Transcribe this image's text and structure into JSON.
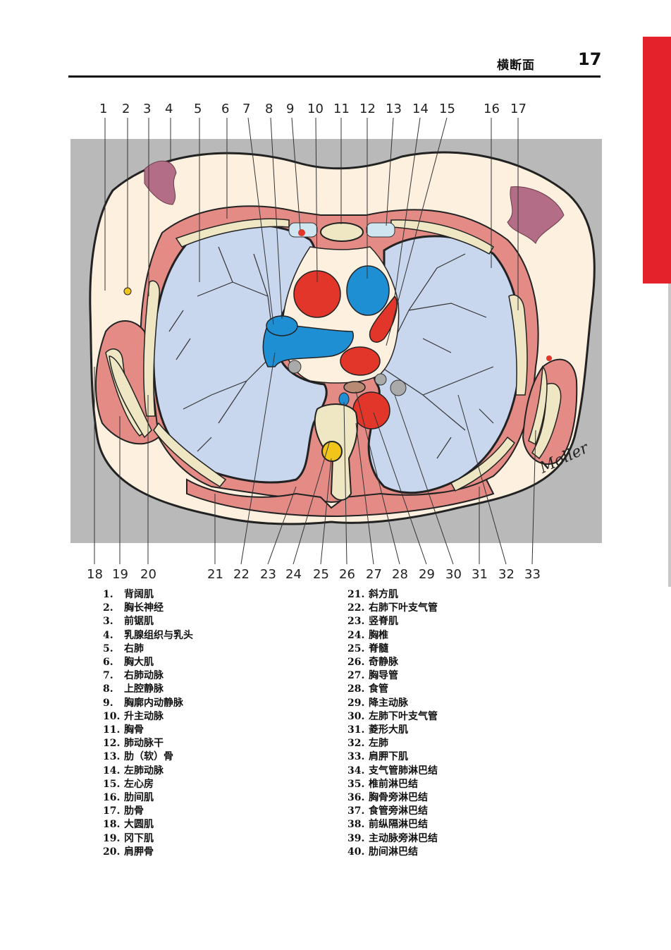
{
  "header": {
    "title": "横断面",
    "page": "17"
  },
  "top_labels": [
    "1",
    "2",
    "3",
    "4",
    "5",
    "6",
    "7",
    "8",
    "9",
    "10",
    "11",
    "12",
    "13",
    "14",
    "15",
    "16",
    "17"
  ],
  "bottom_labels": [
    "18",
    "19",
    "20",
    "21",
    "22",
    "23",
    "24",
    "25",
    "26",
    "27",
    "28",
    "29",
    "30",
    "31",
    "32",
    "33"
  ],
  "signature": "Moller",
  "legend_left": [
    {
      "num": "1.",
      "text": "背阔肌"
    },
    {
      "num": "2.",
      "text": "胸长神经"
    },
    {
      "num": "3.",
      "text": "前锯肌"
    },
    {
      "num": "4.",
      "text": "乳腺组织与乳头"
    },
    {
      "num": "5.",
      "text": "右肺"
    },
    {
      "num": "6.",
      "text": "胸大肌"
    },
    {
      "num": "7.",
      "text": "右肺动脉"
    },
    {
      "num": "8.",
      "text": "上腔静脉"
    },
    {
      "num": "9.",
      "text": "胸廓内动静脉"
    },
    {
      "num": "10.",
      "text": "升主动脉"
    },
    {
      "num": "11.",
      "text": "胸骨"
    },
    {
      "num": "12.",
      "text": "肺动脉干"
    },
    {
      "num": "13.",
      "text": "肋（软）骨"
    },
    {
      "num": "14.",
      "text": "左肺动脉"
    },
    {
      "num": "15.",
      "text": "左心房"
    },
    {
      "num": "16.",
      "text": "肋间肌"
    },
    {
      "num": "17.",
      "text": "肋骨"
    },
    {
      "num": "18.",
      "text": "大圆肌"
    },
    {
      "num": "19.",
      "text": "冈下肌"
    },
    {
      "num": "20.",
      "text": "肩胛骨"
    }
  ],
  "legend_right": [
    {
      "num": "21.",
      "text": "斜方肌"
    },
    {
      "num": "22.",
      "text": "右肺下叶支气管"
    },
    {
      "num": "23.",
      "text": "竖脊肌"
    },
    {
      "num": "24.",
      "text": "胸椎"
    },
    {
      "num": "25.",
      "text": "脊髓"
    },
    {
      "num": "26.",
      "text": "奇静脉"
    },
    {
      "num": "27.",
      "text": "胸导管"
    },
    {
      "num": "28.",
      "text": "食管"
    },
    {
      "num": "29.",
      "text": "降主动脉"
    },
    {
      "num": "30.",
      "text": "左肺下叶支气管"
    },
    {
      "num": "31.",
      "text": "菱形大肌"
    },
    {
      "num": "32.",
      "text": "左肺"
    },
    {
      "num": "33.",
      "text": "肩胛下肌"
    },
    {
      "num": "34.",
      "text": "支气管肺淋巴结"
    },
    {
      "num": "35.",
      "text": "椎前淋巴结"
    },
    {
      "num": "36.",
      "text": "胸骨旁淋巴结"
    },
    {
      "num": "37.",
      "text": "食管旁淋巴结"
    },
    {
      "num": "38.",
      "text": "前纵隔淋巴结"
    },
    {
      "num": "39.",
      "text": "主动脉旁淋巴结"
    },
    {
      "num": "40.",
      "text": "肋间淋巴结"
    }
  ],
  "colors": {
    "accent_tab": "#e3222b",
    "lung": "#c9d7ee",
    "artery": "#e2362a",
    "vein": "#1f8fd4",
    "muscle": "#e58b86",
    "bone": "#efe7c4",
    "skin": "#fdf0df",
    "background": "#b9b9b9"
  }
}
